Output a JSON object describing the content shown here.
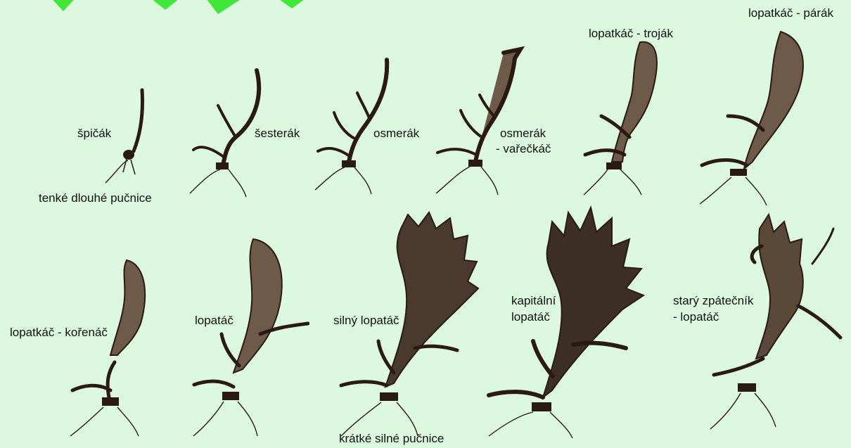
{
  "colors": {
    "background": "#dcf8df",
    "ink": "#2a1a12",
    "antler_fill": "#6e5a48",
    "watermark": "#25e31c"
  },
  "labels": {
    "spicak": "špičák",
    "sesterak": "šesterák",
    "osmerak": "osmerák",
    "osmerak_varecka_1": "osmerák",
    "osmerak_varecka_2": "- vařečkáč",
    "lopatkac_trojak": "lopatkáč - troják",
    "lopatkac_parak": "lopatkáč - párák",
    "tenke_pucnice": "tenké dlouhé pučnice",
    "lopatkac_korenac": "lopatkáč - kořenáč",
    "lopatac": "lopatáč",
    "silny_lopatac": "silný lopatáč",
    "kapitalni_1": "kapitální",
    "kapitalni_2": "lopatáč",
    "stary_1": "starý zpátečník",
    "stary_2": "- lopatáč",
    "kratke_pucnice": "krátké silné pučnice"
  },
  "icons": [
    "watermark-cross-icon"
  ]
}
